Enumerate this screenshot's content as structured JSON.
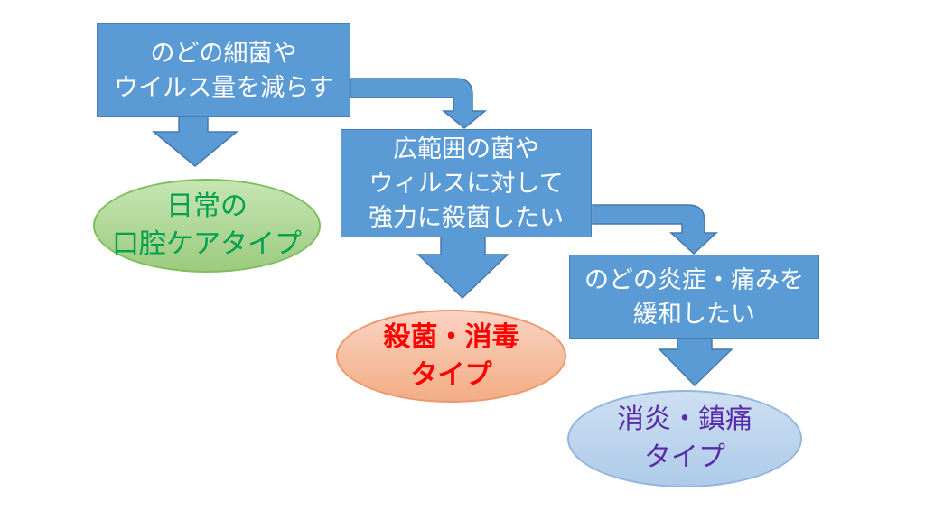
{
  "colors": {
    "background": "#FFFFFF",
    "box_fill": "#5B9BD5",
    "box_border": "#4A7CB5",
    "box_text": "#FFFFFF",
    "arrow_fill": "#5B9BD5",
    "arrow_outline": "#4778AD",
    "green_ellipse_fill_top": "#C6E5B3",
    "green_ellipse_fill_bottom": "#9CCB7E",
    "green_ellipse_border": "#7DBE5D",
    "green_ellipse_text": "#00A050",
    "orange_ellipse_fill_top": "#FAD3C2",
    "orange_ellipse_fill_bottom": "#F2AD85",
    "orange_ellipse_border": "#EB9A70",
    "orange_ellipse_text": "#FF0000",
    "blue_ellipse_fill_top": "#CDDFF2",
    "blue_ellipse_fill_bottom": "#AECBE9",
    "blue_ellipse_border": "#93B5DE",
    "blue_ellipse_text": "#5A2BA8"
  },
  "boxes": [
    {
      "name": "reduce-throat-germs",
      "lines": [
        "のどの細菌や",
        "ウイルス量を減らす"
      ]
    },
    {
      "name": "strong-sterilization-wish",
      "lines": [
        "広範囲の菌や",
        "ウィルスに対して",
        "強力に殺菌したい"
      ]
    },
    {
      "name": "relieve-inflammation-pain",
      "lines": [
        "のどの炎症・痛みを",
        "緩和したい"
      ]
    }
  ],
  "ellipses": [
    {
      "name": "daily-oral-care-type",
      "lines": [
        "日常の",
        "口腔ケアタイプ"
      ]
    },
    {
      "name": "sterilize-disinfect-type",
      "lines": [
        "殺菌・消毒",
        "タイプ"
      ]
    },
    {
      "name": "antiinflammatory-analgesic-type",
      "lines": [
        "消炎・鎮痛",
        "タイプ"
      ]
    }
  ]
}
